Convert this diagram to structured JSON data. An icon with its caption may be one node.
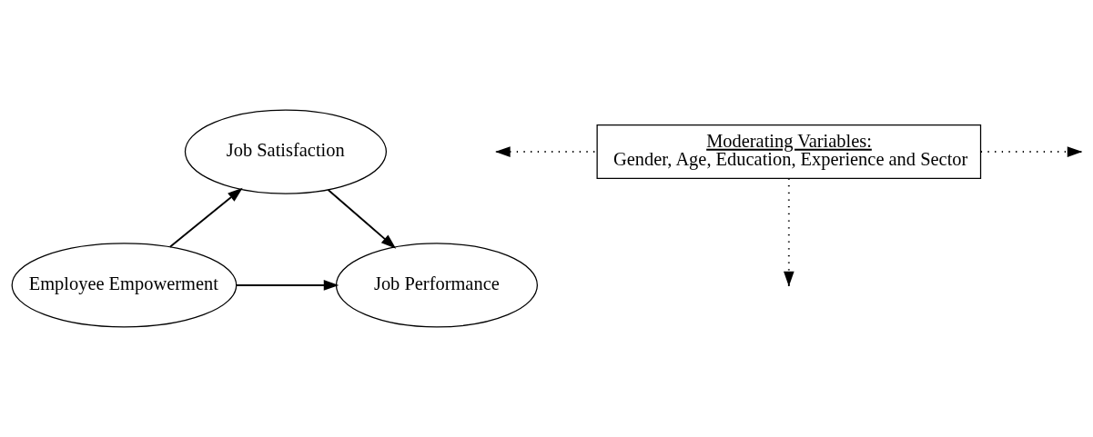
{
  "diagram": {
    "nodes": [
      {
        "text": [
          "Job Satisfaction"
        ]
      },
      {
        "text": [
          "Moderating Variables:",
          "Gender, Age, Education, Experience and Sector"
        ]
      },
      {
        "text": [
          "Employee Empowerment"
        ]
      },
      {
        "text": [
          "Job Performance"
        ]
      }
    ],
    "edges": [
      {
        "from": 2,
        "to": 0,
        "arrow": "to"
      },
      {
        "from": 0,
        "to": 3,
        "arrow": "to"
      },
      {
        "from": 2,
        "to": 3,
        "arrow": "to"
      },
      {
        "from": 1,
        "to": null,
        "arrow": "to",
        "style": "dashed"
      },
      {
        "from": 1,
        "to": null,
        "arrow": "to",
        "style": "dashed"
      },
      {
        "from": 1,
        "to": null,
        "arrow": "to",
        "style": "dashed"
      }
    ]
  }
}
